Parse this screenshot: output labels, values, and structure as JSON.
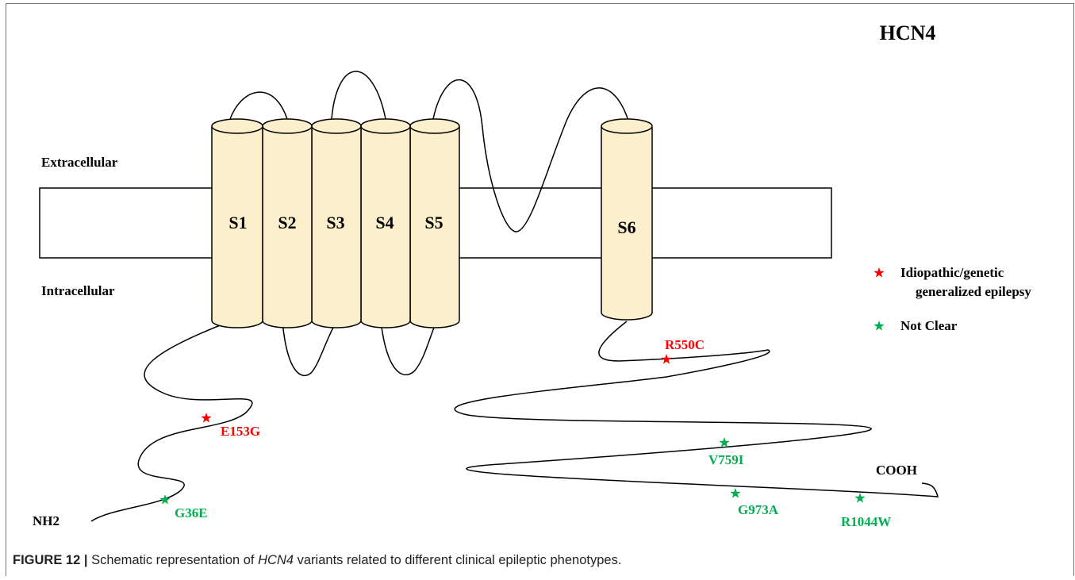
{
  "title": "HCN4",
  "regions": {
    "extracellular": "Extracellular",
    "intracellular": "Intracellular"
  },
  "segments": [
    "S1",
    "S2",
    "S3",
    "S4",
    "S5",
    "S6"
  ],
  "termini": {
    "n": "NH2",
    "c": "COOH"
  },
  "legend": [
    {
      "label_line1": "Idiopathic/genetic",
      "label_line2": "generalized epilepsy",
      "color": "#ff0000"
    },
    {
      "label_line1": "Not Clear",
      "label_line2": "",
      "color": "#00b050"
    }
  ],
  "variants": [
    {
      "name": "E153G",
      "category": "Idiopathic/genetic generalized epilepsy",
      "color": "#ff0000"
    },
    {
      "name": "G36E",
      "category": "Not Clear",
      "color": "#00b050"
    },
    {
      "name": "R550C",
      "category": "Idiopathic/genetic generalized epilepsy",
      "color": "#ff0000"
    },
    {
      "name": "V759I",
      "category": "Not Clear",
      "color": "#00b050"
    },
    {
      "name": "G973A",
      "category": "Not Clear",
      "color": "#00b050"
    },
    {
      "name": "R1044W",
      "category": "Not Clear",
      "color": "#00b050"
    }
  ],
  "colors": {
    "cylinder_fill": "#fcefcb",
    "line": "#000000"
  },
  "caption": {
    "figure_label": "FIGURE 12 |",
    "text_before": " Schematic representation of ",
    "gene": "HCN4",
    "text_after": " variants related to different clinical epileptic phenotypes."
  }
}
